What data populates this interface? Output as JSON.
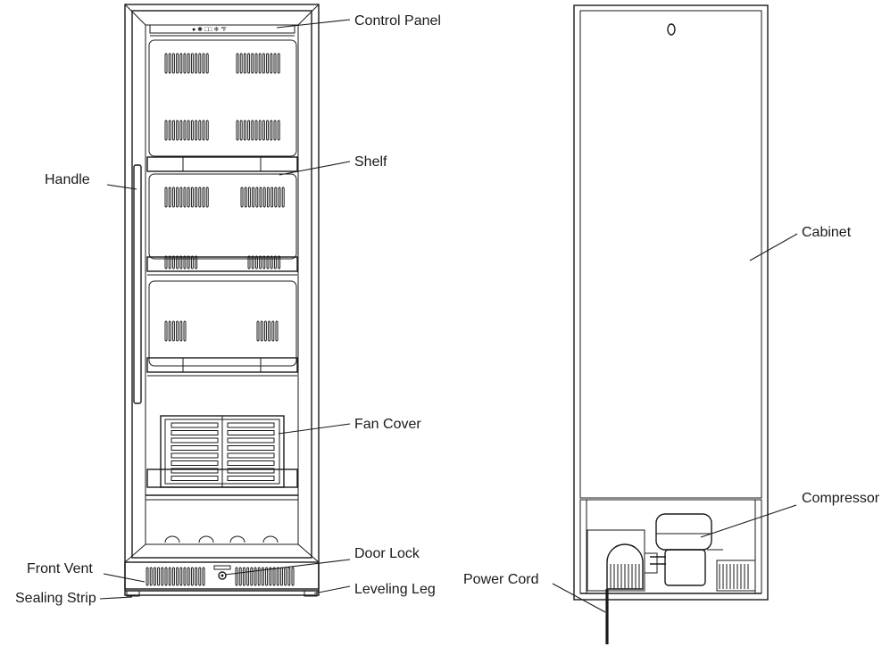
{
  "labels": {
    "control_panel": "Control Panel",
    "shelf": "Shelf",
    "handle": "Handle",
    "fan_cover": "Fan Cover",
    "door_lock": "Door Lock",
    "front_vent": "Front Vent",
    "sealing_strip": "Sealing Strip",
    "leveling_leg": "Leveling Leg",
    "cabinet": "Cabinet",
    "compressor": "Compressor",
    "power_cord": "Power Cord"
  },
  "control_panel_symbols": "● ✱ □□ ❄ ℉"
}
